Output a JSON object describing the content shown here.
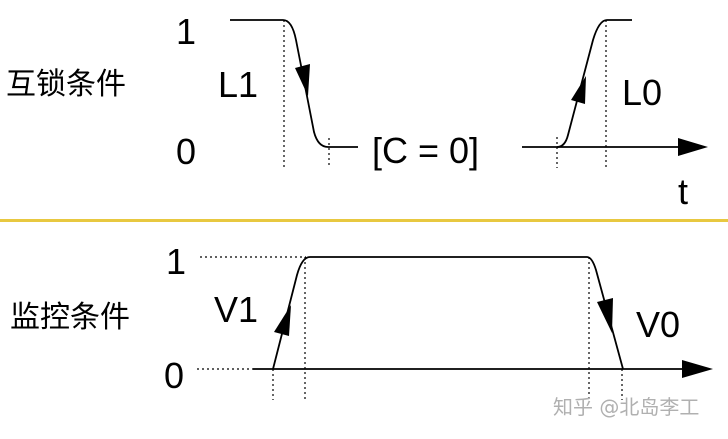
{
  "top_panel": {
    "title": "互锁条件",
    "y_high": "1",
    "y_low": "0",
    "falling_label": "L1",
    "rising_label": "L0",
    "condition": "[C = 0]",
    "time_axis": "t"
  },
  "bottom_panel": {
    "title": "监控条件",
    "y_high": "1",
    "y_low": "0",
    "rising_label": "V1",
    "falling_label": "V0"
  },
  "divider_color": "#e8c840",
  "watermark": "知乎 @北岛李工"
}
